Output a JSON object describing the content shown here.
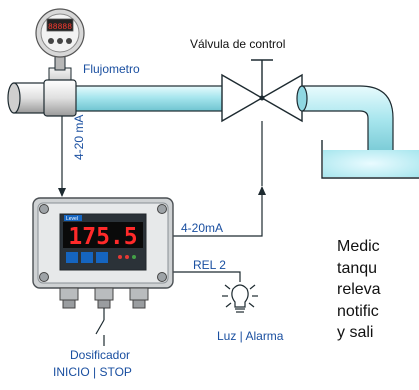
{
  "labels": {
    "flowmeter": "Flujometro",
    "control_valve": "Válvula de control",
    "signal_in": "4-20 mA",
    "signal_out": "4-20mA",
    "relay": "REL 2",
    "alarm": "Luz | Alarma",
    "doser_title": "Dosificador",
    "doser_sub": "INICIO | STOP"
  },
  "flowmeter_display": "88888",
  "controller": {
    "display_value": "175.5",
    "brand": "Level"
  },
  "description_lines": [
    "Medic",
    "tanqu",
    "releva",
    "notific",
    "y sali"
  ],
  "colors": {
    "pipe": "#a8e6ee",
    "pipe_edge": "#1d2a30",
    "label_blue": "#1a4fa0",
    "display_red": "#ff2a2a",
    "panel_blue": "#1565c0"
  }
}
